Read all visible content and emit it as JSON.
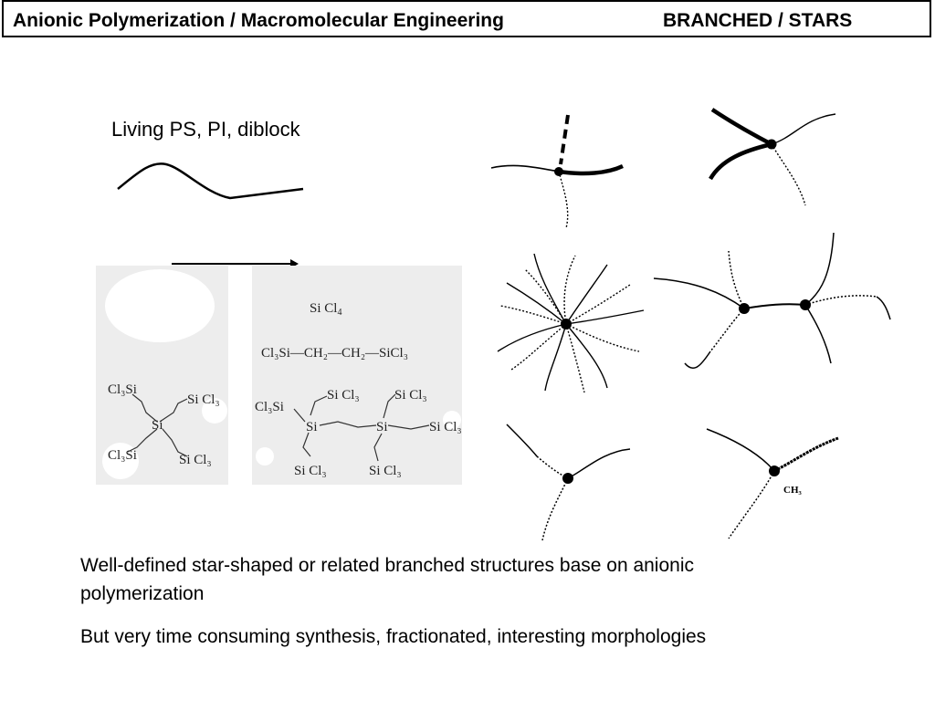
{
  "header": {
    "title_left": "Anionic Polymerization / Macromolecular Engineering",
    "title_right": "BRANCHED / STARS"
  },
  "diagram": {
    "living_label": "Living PS, PI, diblock",
    "reagents": {
      "sicl4": "Si Cl",
      "sicl4_sub": "4",
      "ethylene_bridge": "Cl₃Si—CH₂—CH₂—SiCl₃",
      "cl3si": "Cl₃Si",
      "sicl3": "Si Cl₃",
      "si": "Si"
    },
    "ch3_label": "CH₃"
  },
  "body": {
    "paragraph_1": "Well-defined star-shaped or related branched structures base on anionic polymerization",
    "paragraph_2": "But very time consuming synthesis, fractionated, interesting morphologies"
  }
}
